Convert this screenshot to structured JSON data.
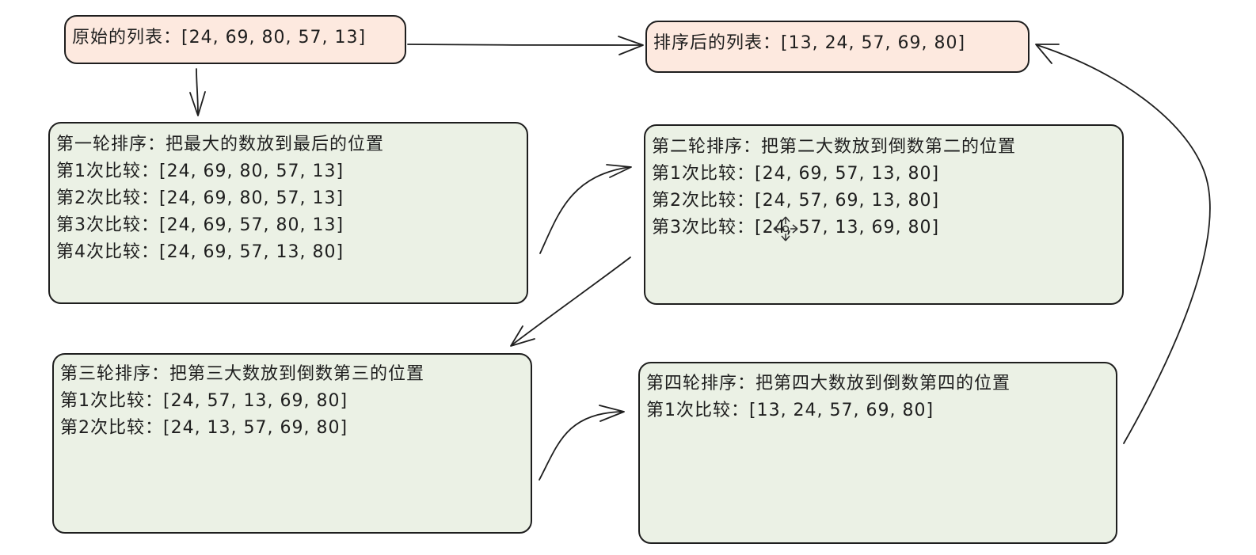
{
  "original": {
    "text": "原始的列表：[24, 69, 80, 57, 13]"
  },
  "sorted": {
    "text": "排序后的列表：[13, 24, 57, 69, 80]"
  },
  "rounds": [
    {
      "title": "第一轮排序：把最大的数放到最后的位置",
      "comparisons": [
        "第1次比较：[24, 69, 80, 57, 13]",
        "第2次比较：[24, 69, 80, 57, 13]",
        "第3次比较：[24, 69, 57, 80, 13]",
        "第4次比较：[24, 69, 57, 13, 80]"
      ]
    },
    {
      "title": "第二轮排序：把第二大数放到倒数第二的位置",
      "comparisons": [
        "第1次比较：[24, 69, 57, 13, 80]",
        "第2次比较：[24, 57, 69, 13, 80]",
        "第3次比较：[24, 57, 13, 69, 80]"
      ]
    },
    {
      "title": "第三轮排序：把第三大数放到倒数第三的位置",
      "comparisons": [
        "第1次比较：[24, 57, 13, 69, 80]",
        "第2次比较：[24, 13, 57, 69, 80]"
      ]
    },
    {
      "title": "第四轮排序：把第四大数放到倒数第四的位置",
      "comparisons": [
        "第1次比较：[13, 24, 57, 69, 80]"
      ]
    }
  ],
  "colors": {
    "stroke": "#1e1e1e",
    "list_fill": "#fde9df",
    "round_fill": "#ebf1e5"
  },
  "icons": {
    "cursor": "move-cursor-icon"
  }
}
